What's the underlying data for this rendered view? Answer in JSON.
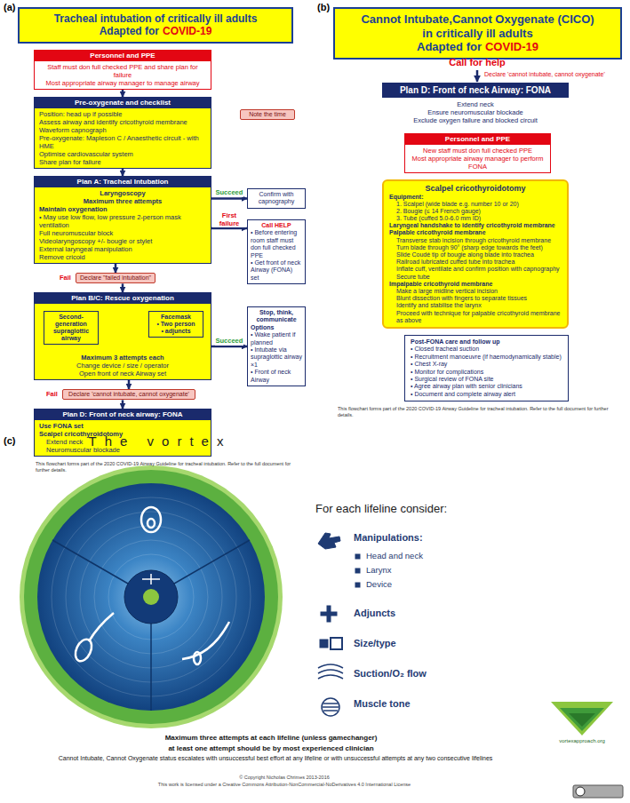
{
  "diagram": {
    "nodes": [
      {
        "text": [
          "Tracheal intubation of critically ill adults",
          "Adapted for",
          "COVID-19"
        ]
      },
      {
        "text": [
          "Personnel and PPE",
          "Staff must don full checked PPE and share plan for failure",
          "Most appropriate airway manager to manage airway"
        ]
      },
      {
        "text": [
          "Pre-oxygenate and checklist",
          "Position: head up if possible",
          "Assess airway and identify cricothyroid membrane",
          "Waveform capnograph",
          "Pre-oxygenate: Mapleson C / Anaesthetic circuit - with HME",
          "Optimise cardiovascular system",
          "Share plan for failure"
        ]
      },
      {
        "text": [
          "Note the time"
        ]
      },
      {
        "text": [
          "Plan A: Tracheal Intubation",
          "Laryngoscopy",
          "Maximum three attempts",
          "Maintain oxygenation",
          "• May use low flow, low pressure 2-person mask ventilation",
          "Full neuromuscular block",
          "Videolaryngoscopy +/- bougie or stylet",
          "External laryngeal manipulation",
          "Remove cricoid"
        ]
      },
      {
        "text": [
          "Confirm with capnography"
        ]
      },
      {
        "text": [
          "Call HELP",
          "• Before entering room staff must don full checked PPE",
          "• Get front of neck Airway (FONA) set"
        ]
      },
      {
        "text": [
          "Declare \"failed intubation\""
        ]
      },
      {
        "text": [
          "Plan B/C: Rescue oxygenation",
          "Maximum 3 attempts each",
          "Change device / size / operator",
          "Open front of neck Airway set"
        ]
      },
      {
        "text": [
          "Second-generation supraglottic airway"
        ],
        "in": 8
      },
      {
        "text": [
          "Facemask",
          "• Two person",
          "• adjuncts"
        ],
        "in": 8
      },
      {
        "text": [
          "Stop, think, communicate",
          "Options",
          "• Wake patient if planned",
          "• Intubate via supraglottic airway ×1",
          "• Front of neck Airway"
        ]
      },
      {
        "text": [
          "Declare 'cannot intubate, cannot oxygenate'"
        ]
      },
      {
        "text": [
          "Plan D: Front of neck airway: FONA",
          "Use FONA set",
          "Scalpel cricothyroidotomy",
          "Extend neck",
          "Neuromuscular blockade"
        ]
      },
      {
        "text": [
          "Cannot Intubate,Cannot Oxygenate (CICO)",
          "in critically ill adults",
          "Adapted for",
          "COVID-19"
        ]
      },
      {
        "text": [
          "Plan D: Front of neck Airway: FONA"
        ]
      },
      {
        "text": [
          "Personnel and PPE",
          "New staff must don full checked PPE",
          "Most appropriate airway manager to perform FONA"
        ]
      },
      {
        "text": [
          "Scalpel cricothyroidotomy",
          "Equipment:",
          "1. Scalpel (wide blade e.g. number 10 or 20)",
          "2. Bougie (≤ 14 French gauge)",
          "3. Tube (cuffed 5.0-6.0 mm ID)",
          "Laryngeal handshake to identify cricothyroid membrane",
          "Palpable cricothyroid membrane",
          "Transverse stab incision through cricothyroid membrane",
          "Turn blade through 90° (sharp edge towards the feet)",
          "Slide Coudé tip of bougie along blade into trachea",
          "Railroad lubricated cuffed tube into trachea",
          "Inflate cuff, ventilate and confirm position with capnography",
          "Secure tube",
          "Impalpable cricothyroid membrane",
          "Make a large midline vertical incision",
          "Blunt dissection with fingers to separate tissues",
          "Identify and stabilise the larynx",
          "Proceed with technique for palpable cricothyroid membrane as above"
        ]
      },
      {
        "text": [
          "Post-FONA care and follow up",
          "• Closed tracheal suction",
          "• Recruitment manoeuvre (if haemodynamically stable)",
          "• Chest X-ray",
          "• Monitor for complications",
          "• Surgical review of FONA site",
          "• Agree airway plan with senior clinicians",
          "• Document and complete airway alert"
        ]
      }
    ],
    "edges": [
      {
        "from": 1,
        "to": 2,
        "arrow": "to"
      },
      {
        "from": 2,
        "to": 4,
        "arrow": "to"
      },
      {
        "from": 4,
        "to": 5,
        "arrow": "to",
        "label": "Succeed"
      },
      {
        "from": 4,
        "to": 6,
        "arrow": "to",
        "label": "First failure"
      },
      {
        "from": 4,
        "to": 7,
        "arrow": "to",
        "label": "Fail"
      },
      {
        "from": 7,
        "to": 8,
        "arrow": "to"
      },
      {
        "from": 9,
        "to": 10,
        "arrow": "to"
      },
      {
        "from": 10,
        "to": 9,
        "arrow": "to"
      },
      {
        "from": 8,
        "to": 11,
        "arrow": "to",
        "label": "Succeed"
      },
      {
        "from": 8,
        "to": 12,
        "arrow": "to",
        "label": "Fail"
      },
      {
        "from": 12,
        "to": 13,
        "arrow": "to"
      }
    ],
    "labels": [
      "(a)",
      "This flowchart forms part of the 2020 COVID-19 Airway Guideline for tracheal intubation. Refer to the full document for further details.",
      "(b)",
      "Call for help",
      "Declare 'cannot intubate, cannot oxygenate'",
      "Extend neck",
      "Ensure neuromuscular blockade",
      "Exclude oxygen failure and blocked circuit",
      "This flowchart forms part of the 2020 COVID-19 Airway Guideline for tracheal intubation. Refer to the full document for further details.",
      "(c)",
      "The vortex",
      "For each lifeline consider:",
      "Manipulations:",
      "Head and neck",
      "Larynx",
      "Device",
      "Adjuncts",
      "Size/type",
      "Suction/O₂ flow",
      "Muscle tone",
      "Maximum three attempts at each lifeline (unless gamechanger)",
      "at least one attempt should be by most experienced clinician",
      "Cannot Intubate, Cannot Oxygenate status escalates with unsuccessful best effort at any lifeline or with unsuccessful attempts at any two consecutive lifelines",
      "vortexapproach.org",
      "© Copyright Nicholas Chrimes 2013-2016",
      "This work is licensed under a Creative Commons Attribution-NonCommercial-NoDerivatives 4.0 International License"
    ]
  }
}
